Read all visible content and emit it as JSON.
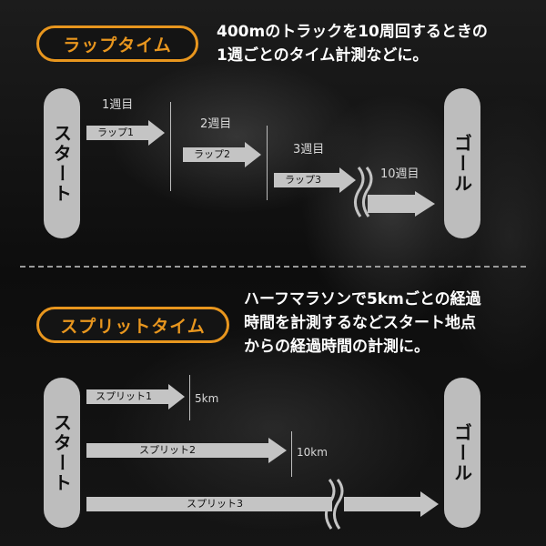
{
  "lap": {
    "title": "ラップタイム",
    "desc_lines": [
      "400mのトラックを10周回するときの",
      "1週ごとのタイム計測などに。"
    ],
    "start": "スタート",
    "goal": "ゴール",
    "arrows": [
      "ラップ1",
      "ラップ2",
      "ラップ3"
    ],
    "marks": [
      "1週目",
      "2週目",
      "3週目",
      "10週目"
    ]
  },
  "split": {
    "title": "スプリットタイム",
    "desc_lines": [
      "ハーフマラソンで5kmごとの経過",
      "時間を計測するなどスタート地点",
      "からの経過時間の計測に。"
    ],
    "start": "スタート",
    "goal": "ゴール",
    "arrows": [
      "スプリット1",
      "スプリット2",
      "スプリット3"
    ],
    "marks": [
      "5km",
      "10km"
    ]
  },
  "colors": {
    "accent": "#e8961e",
    "shape": "#c4c4c4"
  }
}
